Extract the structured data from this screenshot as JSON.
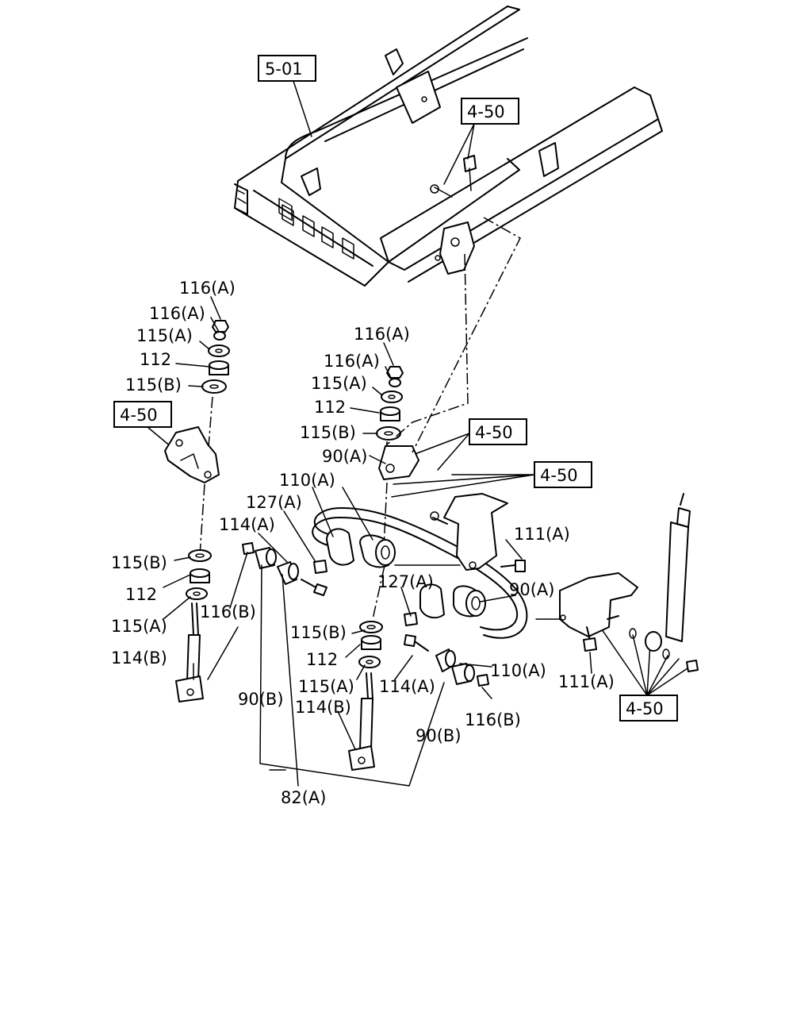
{
  "references": {
    "frame": "5-01",
    "sections": [
      "4-50",
      "4-50",
      "4-50",
      "4-50",
      "4-50"
    ]
  },
  "labels": {
    "l116a_1": "116(A)",
    "l116a_2": "116(A)",
    "l115a_1": "115(A)",
    "l112_1": "112",
    "l115b_1": "115(B)",
    "l116a_3": "116(A)",
    "l116a_4": "116(A)",
    "l115a_2": "115(A)",
    "l112_2": "112",
    "l115b_2": "115(B)",
    "l90a_1": "90(A)",
    "l110a_1": "110(A)",
    "l127a_1": "127(A)",
    "l114a_1": "114(A)",
    "l111a_1": "111(A)",
    "l115b_3": "115(B)",
    "l112_3": "112",
    "l115a_3": "115(A)",
    "l116b_1": "116(B)",
    "l114b_1": "114(B)",
    "l127a_2": "127(A)",
    "l90a_2": "90(A)",
    "l115b_4": "115(B)",
    "l112_4": "112",
    "l115a_4": "115(A)",
    "l114a_2": "114(A)",
    "l110a_2": "110(A)",
    "l111a_2": "111(A)",
    "l90b_1": "90(B)",
    "l114b_2": "114(B)",
    "l90b_2": "90(B)",
    "l116b_2": "116(B)",
    "l82a": "82(A)"
  }
}
